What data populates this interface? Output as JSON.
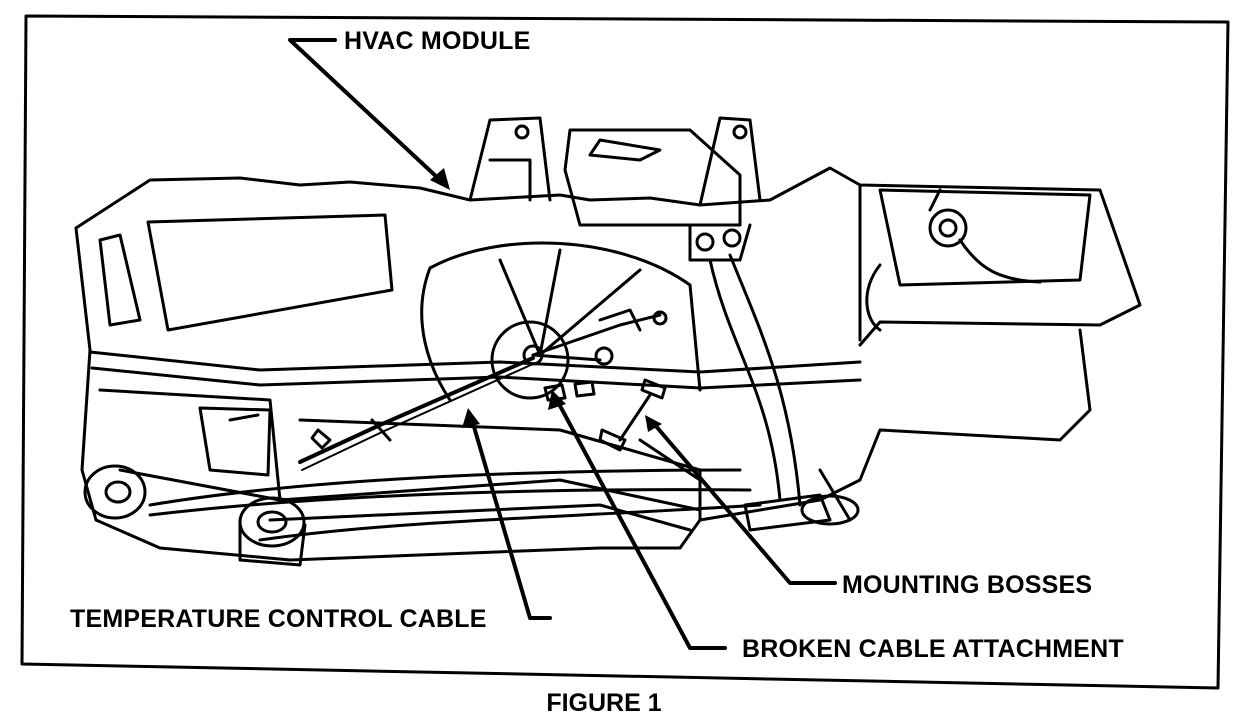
{
  "figure": {
    "caption": "FIGURE 1",
    "labels": {
      "hvac_module": "HVAC MODULE",
      "mounting_bosses": "MOUNTING BOSSES",
      "temperature_control_cable": "TEMPERATURE CONTROL CABLE",
      "broken_cable_attachment": "BROKEN CABLE ATTACHMENT"
    }
  },
  "colors": {
    "ink": "#000000",
    "paper": "#ffffff"
  }
}
